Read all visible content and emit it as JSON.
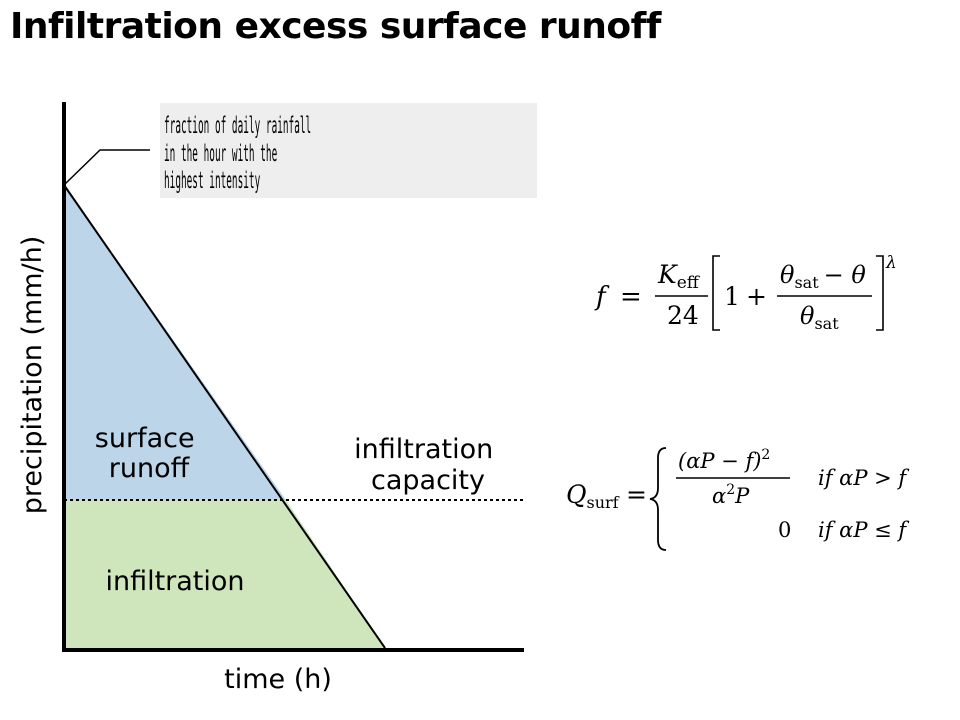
{
  "title": "Infiltration excess surface runoff",
  "diagram": {
    "y_axis_label": "precipitation (mm/h)",
    "x_axis_label": "time (h)",
    "area_upper_label": [
      "surface",
      "runoff"
    ],
    "area_lower_label": "infiltration",
    "capacity_label": [
      "infiltration",
      "capacity"
    ],
    "callout_lines": [
      "fraction of daily rainfall",
      "in the hour with the",
      "highest intensity"
    ],
    "colors": {
      "surface_runoff": "#bcd5e9",
      "infiltration": "#cfe6bc",
      "callout_bg": "#eeeeee"
    }
  },
  "equations": {
    "f": {
      "lhs": "f",
      "eq": "=",
      "k_numerator": "K",
      "k_subscript": "eff",
      "denominator": "24",
      "one": "1",
      "plus": "+",
      "theta_sat": "θ",
      "sat_sub": "sat",
      "minus_theta": "− θ",
      "exponent": "λ"
    },
    "q": {
      "lhs": "Q",
      "lhs_sub": "surf",
      "eq": "=",
      "case1_numerator": "(αP − f)",
      "case1_num_sup": "2",
      "case1_denominator_a": "α",
      "case1_denominator_sup": "2",
      "case1_denominator_b": "P",
      "case1_condition": "if αP > f",
      "case2_value": "0",
      "case2_condition": "if αP ≤ f"
    }
  }
}
